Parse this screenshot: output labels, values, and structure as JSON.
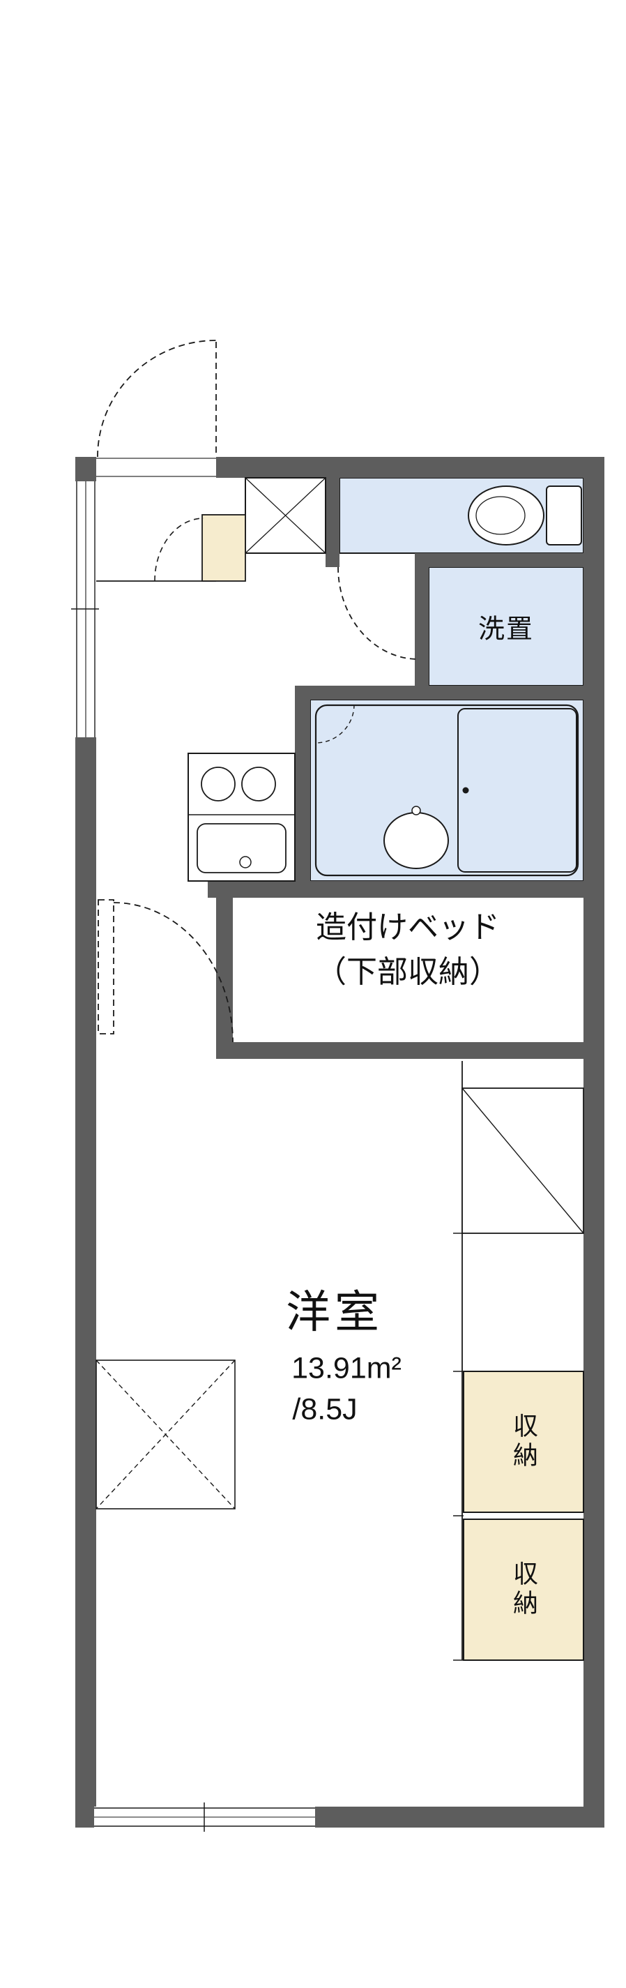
{
  "floorplan": {
    "labels": {
      "laundry": "洗置",
      "bed_line1": "造付けベッド",
      "bed_line2": "（下部収納）",
      "room_name": "洋室",
      "room_area": "13.91m²",
      "room_tatami": "/8.5J",
      "storage_top": "収納",
      "storage_bottom": "収納"
    },
    "colors": {
      "wall": "#5d5d5d",
      "wet_room_fill": "#dbe7f6",
      "storage_fill": "#f6ecce",
      "line": "#1a1a1a",
      "background": "#ffffff"
    }
  }
}
